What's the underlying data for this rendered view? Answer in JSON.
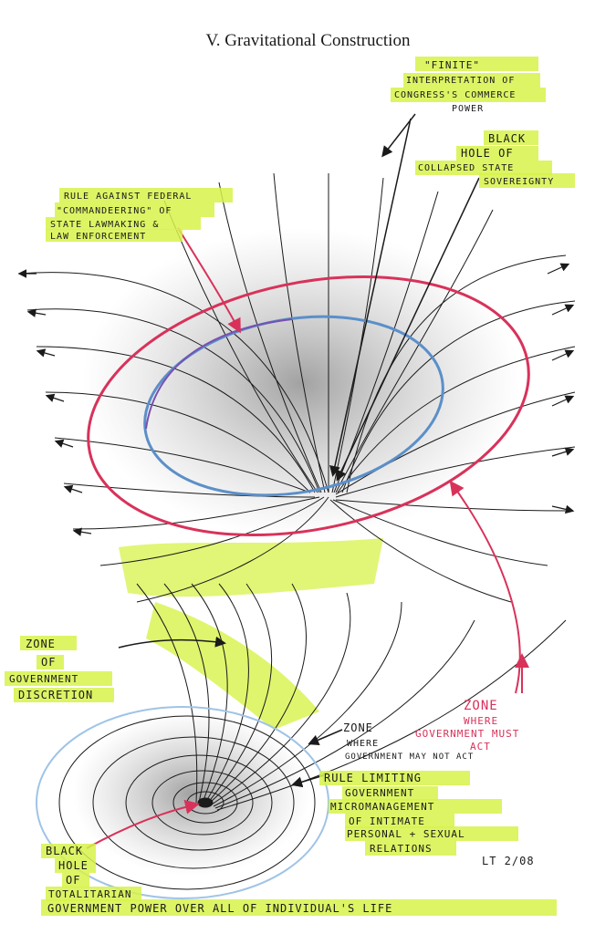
{
  "title": "V. Gravitational Construction",
  "labels": {
    "finite": [
      "\"FINITE\"",
      "INTERPRETATION OF",
      "CONGRESS'S COMMERCE",
      "POWER"
    ],
    "black_hole_state": [
      "BLACK",
      "HOLE OF",
      "COLLAPSED STATE",
      "SOVEREIGNTY"
    ],
    "commandeering": [
      "RULE AGAINST FEDERAL",
      "\"COMMANDEERING\" OF",
      "STATE LAWMAKING &",
      "LAW ENFORCEMENT"
    ],
    "zone_discretion": [
      "ZONE",
      "OF",
      "GOVERNMENT",
      "DISCRETION"
    ],
    "zone_may_not": [
      "ZONE",
      "WHERE",
      "GOVERNMENT MAY NOT ACT"
    ],
    "zone_must": [
      "ZONE",
      "WHERE",
      "GOVERNMENT MUST",
      "ACT"
    ],
    "rule_limiting": [
      "RULE LIMITING",
      "GOVERNMENT",
      "MICROMANAGEMENT",
      "OF INTIMATE",
      "PERSONAL + SEXUAL",
      "RELATIONS"
    ],
    "black_hole_total": [
      "BLACK",
      "HOLE",
      "OF",
      "TOTALITARIAN"
    ],
    "bottom_line": "GOVERNMENT POWER OVER ALL OF INDIVIDUAL'S LIFE",
    "signature": "LT 2/08"
  },
  "colors": {
    "highlight": "#d7f24a",
    "ink": "#1a1a1a",
    "red": "#d8325a",
    "blue": "#5b8fc9",
    "purple": "#7a4fb0"
  }
}
